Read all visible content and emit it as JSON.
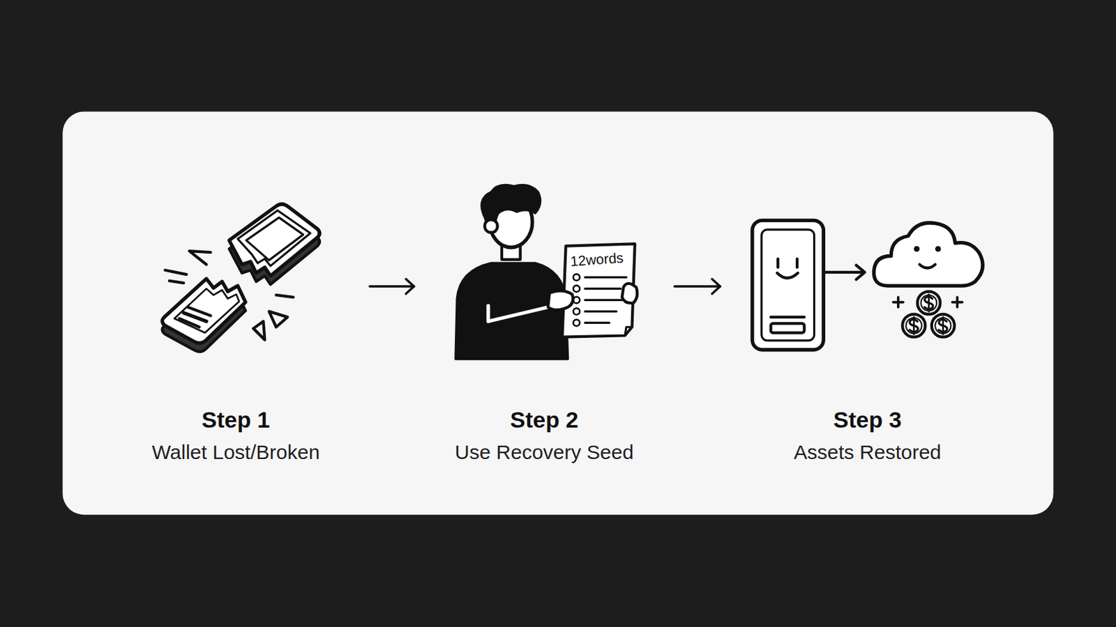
{
  "diagram": {
    "nodes": [
      {
        "text": [
          "Step 1",
          "Wallet Lost/Broken"
        ]
      },
      {
        "text": [
          "Step 2",
          "Use Recovery Seed"
        ]
      },
      {
        "text": [
          "Step 3",
          "Assets Restored"
        ]
      }
    ],
    "edges": [
      {
        "from": 0,
        "to": 1,
        "arrow": "to"
      },
      {
        "from": 1,
        "to": 2,
        "arrow": "to"
      }
    ],
    "labels": [
      "12words"
    ]
  }
}
